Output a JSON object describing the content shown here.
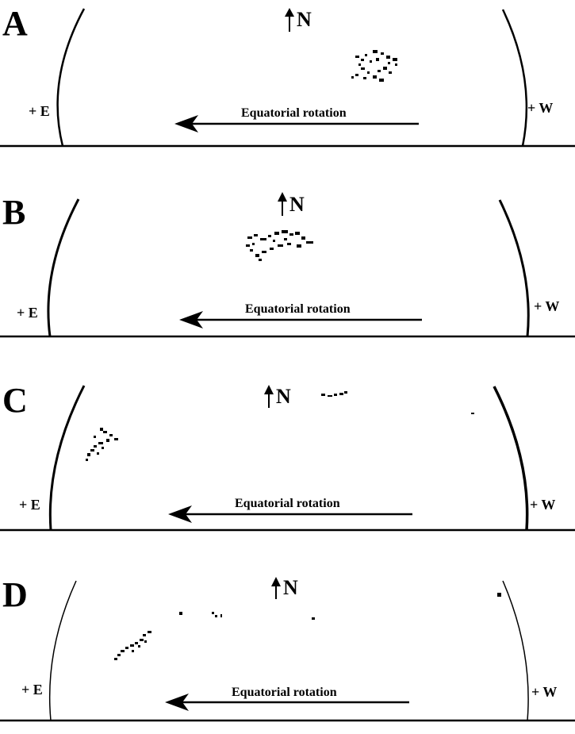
{
  "panels": [
    {
      "letter": "A",
      "north": "N",
      "east": "+ E",
      "west": "+ W",
      "rotation_label": "Equatorial rotation"
    },
    {
      "letter": "B",
      "north": "N",
      "east": "+ E",
      "west": "+ W",
      "rotation_label": "Equatorial rotation"
    },
    {
      "letter": "C",
      "north": "N",
      "east": "+ E",
      "west": "+ W",
      "rotation_label": "Equatorial rotation"
    },
    {
      "letter": "D",
      "north": "N",
      "east": "+ E",
      "west": "+ W",
      "rotation_label": "Equatorial rotation"
    }
  ],
  "colors": {
    "ink": "#000000",
    "background": "#ffffff"
  }
}
